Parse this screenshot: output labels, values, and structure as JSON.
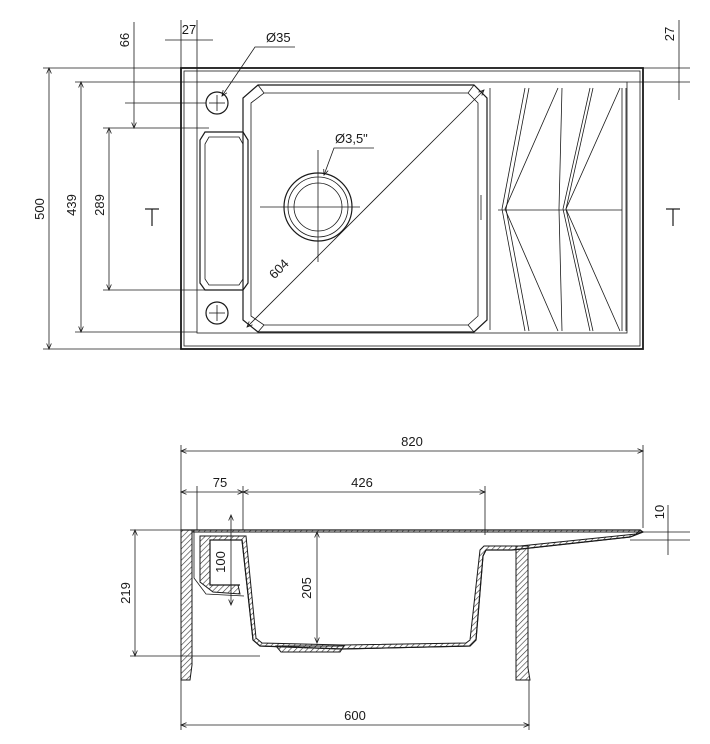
{
  "top_view": {
    "dims": {
      "d66": "66",
      "d27_top": "27",
      "d35": "Ø35",
      "d27_right": "27",
      "d500": "500",
      "d439": "439",
      "d289": "289",
      "d35in": "Ø3,5\"",
      "d604": "604"
    }
  },
  "section_view": {
    "dims": {
      "d820": "820",
      "d75": "75",
      "d426": "426",
      "d10": "10",
      "d100": "100",
      "d205": "205",
      "d219": "219",
      "d600": "600"
    }
  }
}
